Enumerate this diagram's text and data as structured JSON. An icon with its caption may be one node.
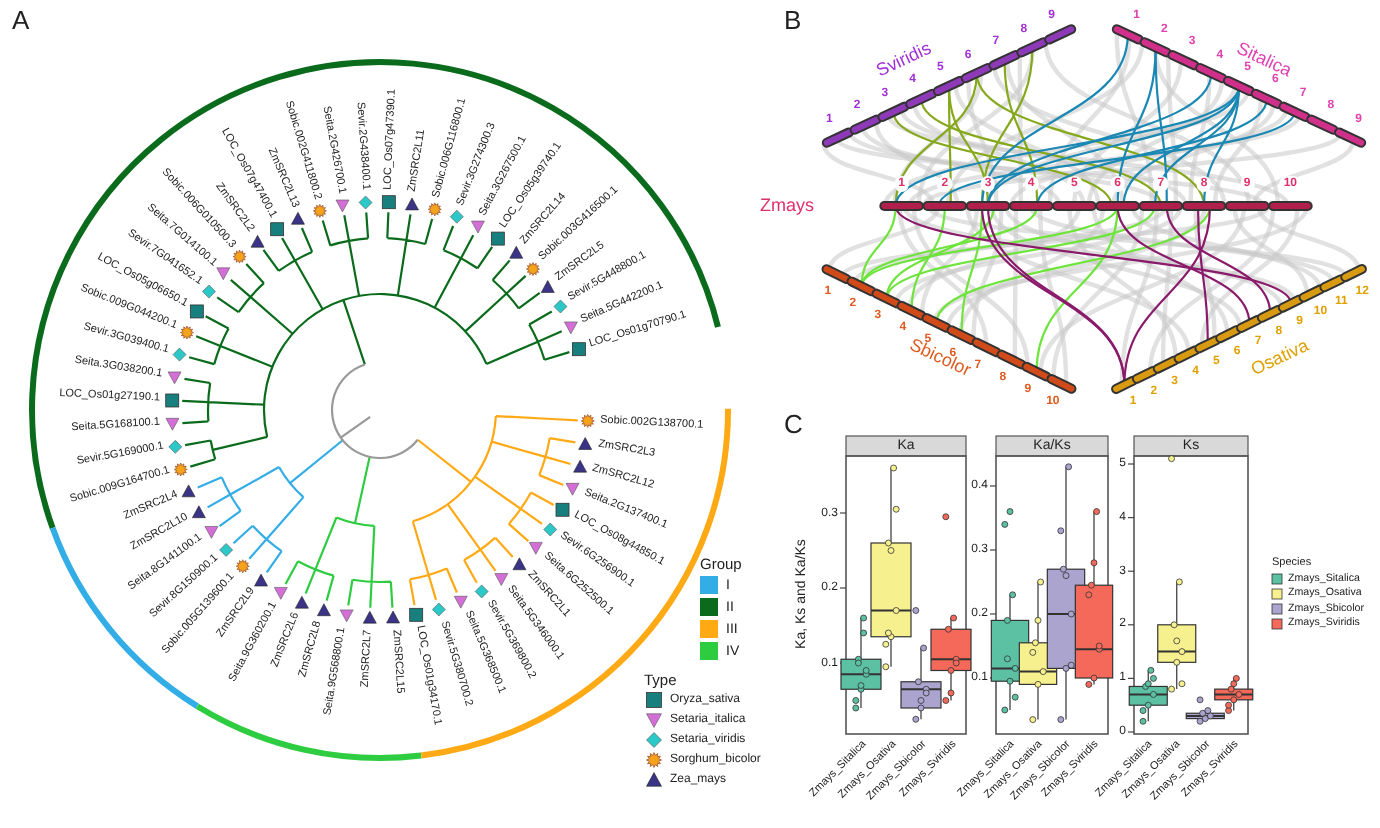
{
  "diagram": {
    "labels": [
      "A",
      "Sobic.009G164700.1",
      "Sevir.5G169000.1",
      "Seita.5G168100.1",
      "LOC_Os01g27190.1",
      "Seita.3G038200.1",
      "Sevir.3G039400.1",
      "Sobic.009G044200.1",
      "LOC_Os05g06650.1",
      "Sevir.7G041652.1",
      "Seita.7G014100.1",
      "Sobic.006G010500.3",
      "ZmSRC2L2",
      "LOC_Os07g47400.1",
      "ZmSRC2L13",
      "Sobic.002G411800.2",
      "Seita.2G426700.1",
      "Sevir.2G438400.1",
      "LOC_Os07g47390.1",
      "ZmSRC2L11",
      "Sobic.006G116800.1",
      "Sevir.3G274300.3",
      "Seita.3G267500.1",
      "LOC_Os05g39740.1",
      "ZmSRC2L14",
      "Sobic.003G416500.1",
      "ZmSRC2L5",
      "Sevir.5G448800.1",
      "Seita.5G442200.1",
      "LOC_Os01g70790.1",
      "ZmSRC2L4",
      "ZmSRC2L10",
      "Seita.8G141100.1",
      "Sevir.8G150900.1",
      "Sobic.005G139600.1",
      "ZmSRC2L9",
      "Seita.9G360200.1",
      "ZmSRC2L6",
      "ZmSRC2L8",
      "Seita.9G568800.1",
      "ZmSRC2L7",
      "ZmSRC2L15",
      "LOC_Os01g34170.1",
      "Sevir.5G380700.2",
      "Seita.5G368500.1",
      "Sevir.5G369800.2",
      "Seita.5G346000.1",
      "ZmSRC2L1",
      "Seita.6G252500.1",
      "Sevir.6G256900.1",
      "LOC_Os08g44850.1",
      "Seita.2G137400.1",
      "ZmSRC2L12",
      "ZmSRC2L3",
      "Sobic.002G138700.1",
      "Group",
      "Type",
      "B",
      "Sviridis",
      "1",
      "2",
      "3",
      "4",
      "5",
      "6",
      "7",
      "8",
      "9",
      "Sitalica",
      "1",
      "2",
      "3",
      "4",
      "5",
      "6",
      "7",
      "8",
      "9",
      "Zmays",
      "1",
      "2",
      "3",
      "4",
      "5",
      "6",
      "7",
      "8",
      "9",
      "10",
      "Sbicolor",
      "1",
      "2",
      "3",
      "4",
      "5",
      "6",
      "7",
      "8",
      "9",
      "10",
      "Osativa",
      "1",
      "2",
      "3",
      "4",
      "5",
      "6",
      "7",
      "8",
      "9",
      "10",
      "11",
      "12",
      "C",
      "Ka, Ks and Ka/Ks",
      "Ka",
      "0.1",
      "0.2",
      "0.3",
      "Ka/Ks",
      "0.1",
      "0.2",
      "0.3",
      "0.4",
      "Ks",
      "0",
      "1",
      "2",
      "3",
      "4",
      "5",
      "Zmays_Sitalica",
      "Zmays_Osativa",
      "Zmays_Sbicolor",
      "Zmays_Sviridis",
      "Zmays_Sitalica",
      "Zmays_Osativa",
      "Zmays_Sbicolor",
      "Zmays_Sviridis",
      "Zmays_Sitalica",
      "Zmays_Osativa",
      "Zmays_Sbicolor",
      "Zmays_Sviridis",
      "Species"
    ],
    "legend": [
      {
        "text": "I",
        "color": "#33ade6"
      },
      {
        "text": "II",
        "color": "#0b6b1c"
      },
      {
        "text": "III",
        "color": "#ffa914"
      },
      {
        "text": "IV",
        "color": "#2ecc40"
      },
      {
        "text": "Oryza_sativa"
      },
      {
        "text": "Setaria_italica"
      },
      {
        "text": "Setaria_viridis"
      },
      {
        "text": "Sorghum_bicolor"
      },
      {
        "text": "Zea_mays"
      },
      {
        "text": "Zmays_Sitalica",
        "color": "#5cc0a2"
      },
      {
        "text": "Zmays_Osativa",
        "color": "#f7f08e"
      },
      {
        "text": "Zmays_Sbicolor",
        "color": "#aaa4cf"
      },
      {
        "text": "Zmays_Sviridis",
        "color": "#f4695a"
      }
    ]
  }
}
